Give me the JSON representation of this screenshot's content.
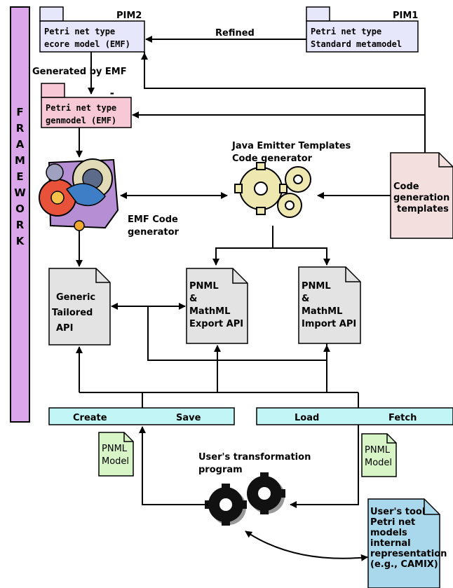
{
  "framework": {
    "label": "FRAMEWORK",
    "letters": [
      "F",
      "R",
      "A",
      "M",
      "E",
      "W",
      "O",
      "R",
      "K"
    ],
    "color": "#dca6ea"
  },
  "pim2": {
    "tag": "PIM2",
    "line1": "Petri net type",
    "line2": "ecore model (EMF)",
    "color": "#e6e7fb"
  },
  "pim1": {
    "tag": "PIM1",
    "line1": "Petri net type",
    "line2": "Standard metamodel",
    "color": "#e6e7fb"
  },
  "refined_label": "Refined",
  "generated_by_emf": "Generated by EMF",
  "genmodel": {
    "line1": "Petri net type",
    "line2": "genmodel (EMF)",
    "color": "#f7c8d6"
  },
  "jet": {
    "line1": "Java Emitter Templates",
    "line2": "Code generator"
  },
  "templates_doc": {
    "line1": "Code",
    "line2": "generation",
    "line3": "templates",
    "color": "#f4dfdf"
  },
  "emf_code_gen": {
    "line1": "EMF Code",
    "line2": "generator"
  },
  "generic_api": {
    "line1": "Generic",
    "line2": "Tailored",
    "line3": "API",
    "color": "#e3e3e3"
  },
  "export_api": {
    "line1": "PNML",
    "line2": "&",
    "line3": "MathML",
    "line4": "Export API",
    "color": "#e3e3e3"
  },
  "import_api": {
    "line1": "PNML",
    "line2": "&",
    "line3": "MathML",
    "line4": "Import API",
    "color": "#e3e3e3"
  },
  "bar_left": {
    "create": "Create",
    "save": "Save",
    "color": "#c2f5f5"
  },
  "bar_right": {
    "load": "Load",
    "fetch": "Fetch",
    "color": "#c2f5f5"
  },
  "pnml_model_left": {
    "line1": "PNML",
    "line2": "Model",
    "color": "#d8f5c8"
  },
  "pnml_model_right": {
    "line1": "PNML",
    "line2": "Model",
    "color": "#d8f5c8"
  },
  "user_program": {
    "line1": "User's transformation",
    "line2": "program"
  },
  "user_tool": {
    "line1": "User's tool",
    "line2": "Petri net",
    "line3": "models",
    "line4": "internal",
    "line5": "representation",
    "line6": "(e.g., CAMIX)",
    "color": "#a9d8ec"
  }
}
